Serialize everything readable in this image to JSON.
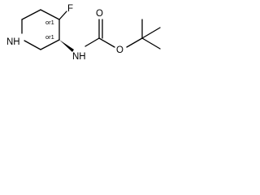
{
  "molecule": {
    "atoms": {
      "fluorine": "F",
      "ring_nitrogen": "NH",
      "amide_nitrogen": "NH",
      "carbonyl_oxygen": "O",
      "ester_oxygen": "O"
    },
    "stereo_labels": {
      "c4_label": "or1",
      "c3_label": "or1"
    }
  }
}
